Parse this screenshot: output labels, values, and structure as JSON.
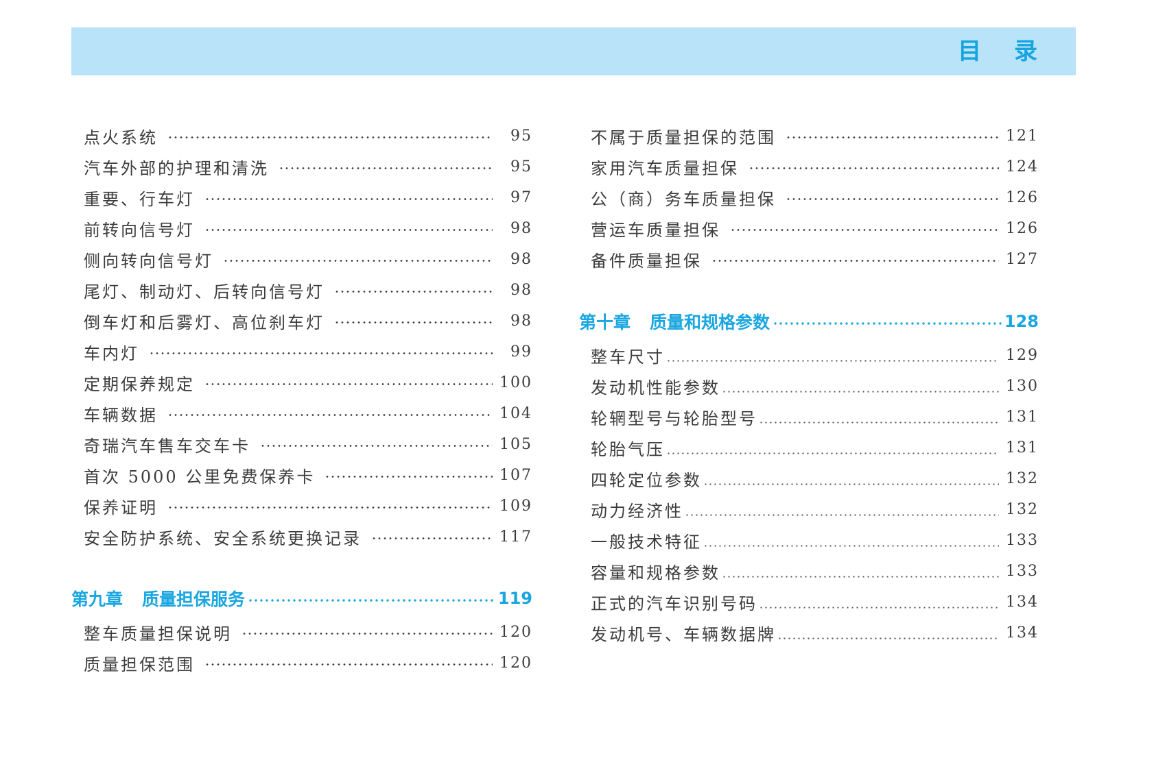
{
  "header": {
    "title": "目 录",
    "band_color": "#b8e3f8",
    "accent_color": "#1aa6e0"
  },
  "left_column": {
    "entries": [
      {
        "label": "点火系统",
        "page": "95"
      },
      {
        "label": "汽车外部的护理和清洗",
        "page": "95"
      },
      {
        "label": "重要、行车灯",
        "page": "97"
      },
      {
        "label": "前转向信号灯",
        "page": "98"
      },
      {
        "label": "侧向转向信号灯",
        "page": "98"
      },
      {
        "label": "尾灯、制动灯、后转向信号灯",
        "page": "98"
      },
      {
        "label": "倒车灯和后雾灯、高位刹车灯",
        "page": "98"
      },
      {
        "label": "车内灯",
        "page": "99"
      },
      {
        "label": "定期保养规定",
        "page": "100"
      },
      {
        "label": "车辆数据",
        "page": "104"
      },
      {
        "label": "奇瑞汽车售车交车卡",
        "page": "105"
      },
      {
        "label": "首次 5000 公里免费保养卡",
        "page": "107"
      },
      {
        "label": "保养证明",
        "page": "109"
      },
      {
        "label": "安全防护系统、安全系统更换记录",
        "page": "117"
      }
    ],
    "chapter": {
      "number": "第九章",
      "title": "质量担保服务",
      "page": "119"
    },
    "chapter_entries": [
      {
        "label": "整车质量担保说明",
        "page": "120"
      },
      {
        "label": "质量担保范围",
        "page": "120"
      }
    ]
  },
  "right_column": {
    "entries": [
      {
        "label": "不属于质量担保的范围",
        "page": "121"
      },
      {
        "label": "家用汽车质量担保",
        "page": "124"
      },
      {
        "label": "公（商）务车质量担保",
        "page": "126"
      },
      {
        "label": "营运车质量担保",
        "page": "126"
      },
      {
        "label": "备件质量担保",
        "page": "127"
      }
    ],
    "chapter": {
      "number": "第十章",
      "title": "质量和规格参数",
      "page": "128"
    },
    "chapter_entries": [
      {
        "label": "整车尺寸",
        "page": "129"
      },
      {
        "label": "发动机性能参数",
        "page": "130"
      },
      {
        "label": "轮辋型号与轮胎型号",
        "page": "131"
      },
      {
        "label": "轮胎气压",
        "page": "131"
      },
      {
        "label": "四轮定位参数",
        "page": "132"
      },
      {
        "label": "动力经济性",
        "page": "132"
      },
      {
        "label": "一般技术特征",
        "page": "133"
      },
      {
        "label": "容量和规格参数",
        "page": "133"
      },
      {
        "label": "正式的汽车识别号码",
        "page": "134"
      },
      {
        "label": "发动机号、车辆数据牌",
        "page": "134"
      }
    ]
  }
}
